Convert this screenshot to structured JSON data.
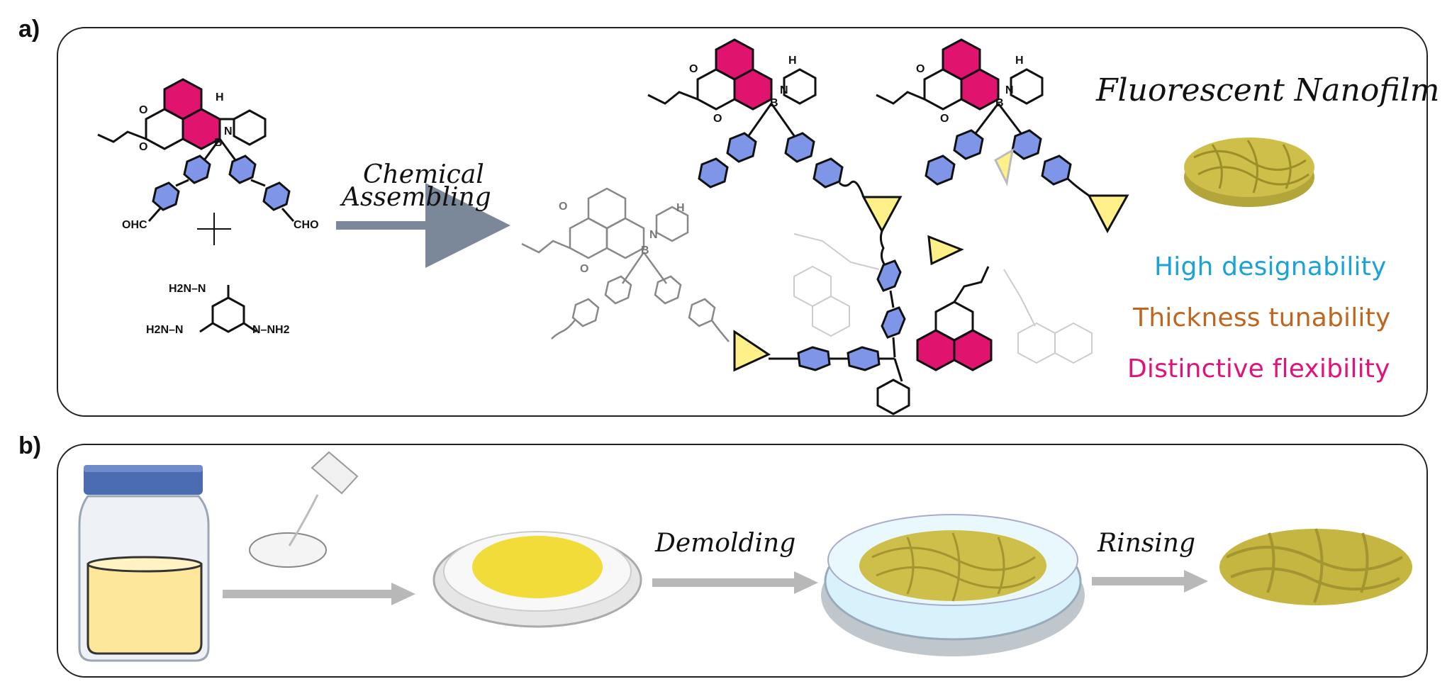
{
  "panels": {
    "a": {
      "label": "a)",
      "arrow_label_line1": "Chemical",
      "arrow_label_line2": "Assembling",
      "title": "Fluorescent Nanofilm",
      "features": [
        {
          "text": "High designability",
          "color": "#1aa3d9"
        },
        {
          "text": "Thickness tunability",
          "color": "#c0651e"
        },
        {
          "text": "Distinctive flexibility",
          "color": "#e0137a"
        }
      ],
      "atoms": {
        "nh": "H",
        "n": "N",
        "b": "B",
        "o": "O",
        "ohc": "OHC",
        "cho": "CHO",
        "h2n_n": "H2N–N",
        "n_nh2": "N–NH2",
        "h2n_left": "H2N–N"
      }
    },
    "b": {
      "label": "b)",
      "step_labels": [
        "Demolding",
        "Rinsing"
      ]
    }
  },
  "colors": {
    "naphthalimide": "#e0136e",
    "phenyl": "#7f96e8",
    "triazine": "#fff08a",
    "film": "#cdbf4a",
    "solution": "#fde79a",
    "cap": "#4a6bb0",
    "water": "#d8f2fb"
  }
}
